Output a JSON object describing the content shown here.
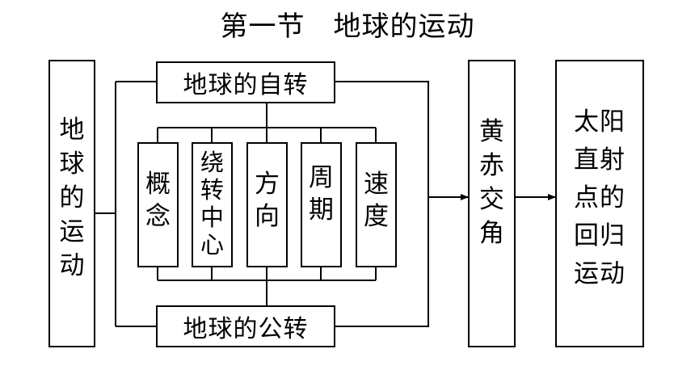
{
  "title": "第一节　地球的运动",
  "left_box": [
    "地",
    "球",
    "的",
    "运",
    "动"
  ],
  "rotation_box": "地球的自转",
  "revolution_box": "地球的公转",
  "sub_items": [
    [
      "概",
      "念"
    ],
    [
      "绕",
      "转",
      "中",
      "心"
    ],
    [
      "方",
      "向"
    ],
    [
      "周",
      "期"
    ],
    [
      "速",
      "度"
    ]
  ],
  "obliquity_box": [
    "黄",
    "赤",
    "交",
    "角"
  ],
  "migration_box": [
    "太阳",
    "直射",
    "点的",
    "回归",
    "运动"
  ]
}
